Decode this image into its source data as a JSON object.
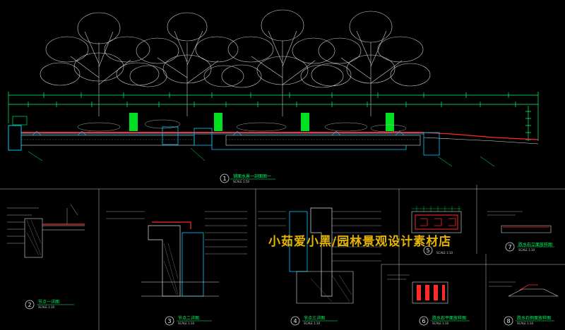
{
  "drawing": {
    "main_elevation": {
      "number": "1",
      "title": "铺面水景一剖面图一",
      "scale": "SCALE 1:50"
    },
    "details": [
      {
        "number": "2",
        "title": "节点一详图",
        "scale": "SCALE 1:10"
      },
      {
        "number": "3",
        "title": "节点二详图",
        "scale": "SCALE 1:10"
      },
      {
        "number": "4",
        "title": "节点三详图",
        "scale": "SCALE 1:10"
      },
      {
        "number": "5",
        "title": "",
        "scale": "SCALE 1:10"
      },
      {
        "number": "6",
        "title": "跌水石平面放样图",
        "scale": "SCALE 1:10"
      },
      {
        "number": "7",
        "title": "跌水石立面放样图",
        "scale": "SCALE 1:10"
      },
      {
        "number": "8",
        "title": "跌水石侧面放样图",
        "scale": "SCALE 1:10"
      }
    ]
  },
  "watermark": {
    "text": "小茹爱小黑/园林景观设计素材店"
  },
  "colors": {
    "background": "#000000",
    "dimension": "#00ff66",
    "linework": "#e8e8e8",
    "water": "#00c8ff",
    "accent": "#ff2a2a",
    "planter": "#00e020",
    "watermark": "#e6b400"
  }
}
